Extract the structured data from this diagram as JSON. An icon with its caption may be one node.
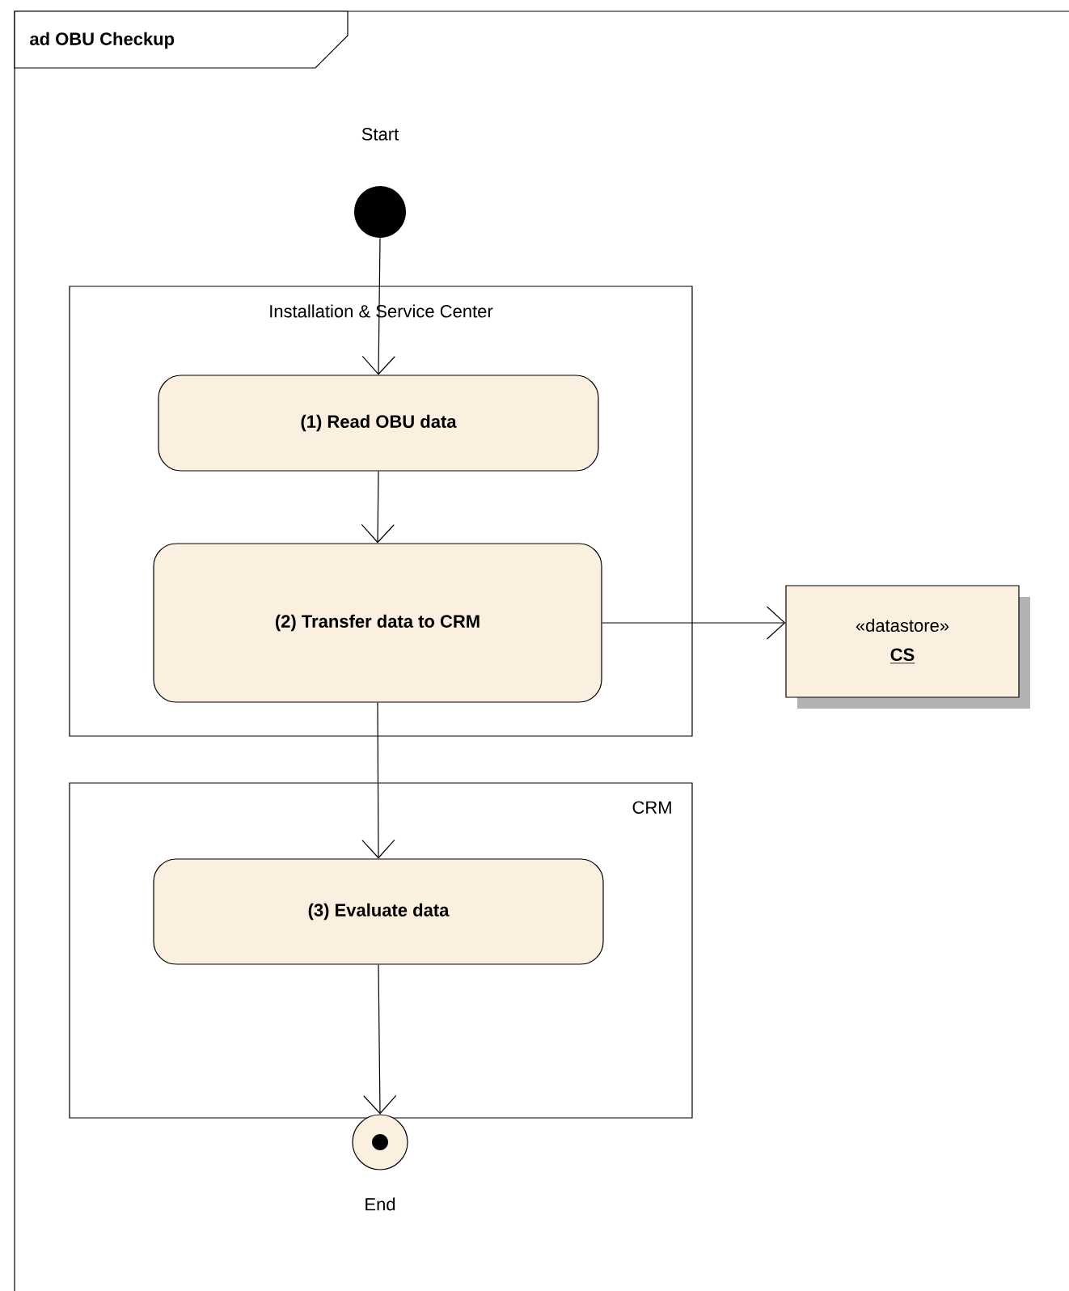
{
  "diagram": {
    "title": "ad OBU Checkup",
    "nodes": [
      {
        "text": [],
        "shape": "circle",
        "beside": [
          "Start"
        ]
      },
      {
        "text": [
          "Installation & Service Center"
        ]
      },
      {
        "text": [
          "(1) Read OBU data"
        ],
        "in": 1
      },
      {
        "text": [
          "(2) Transfer data to CRM"
        ],
        "in": 1
      },
      {
        "text": [
          "«datastore»",
          "CS"
        ]
      },
      {
        "text": [
          "CRM"
        ]
      },
      {
        "text": [
          "(3) Evaluate data"
        ],
        "in": 5
      },
      {
        "text": [],
        "shape": "circle",
        "beside": [
          "End"
        ]
      }
    ],
    "edges": [
      {
        "from": 0,
        "to": 2,
        "arrow": "to"
      },
      {
        "from": 2,
        "to": 3,
        "arrow": "to"
      },
      {
        "from": 3,
        "to": 4,
        "arrow": "to"
      },
      {
        "from": 3,
        "to": 6,
        "arrow": "to"
      },
      {
        "from": 6,
        "to": 7,
        "arrow": "to"
      }
    ]
  }
}
